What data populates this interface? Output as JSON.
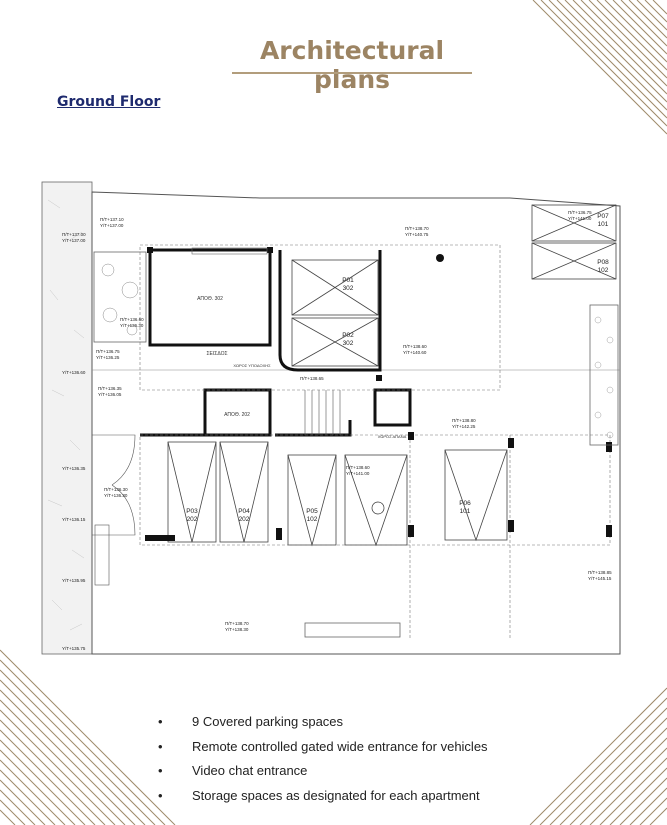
{
  "page": {
    "title": "Architectural plans",
    "subtitle": "Ground Floor"
  },
  "plan": {
    "parking": [
      {
        "code": "P01",
        "num": "302"
      },
      {
        "code": "P02",
        "num": "302"
      },
      {
        "code": "P03",
        "num": "202"
      },
      {
        "code": "P04",
        "num": "202"
      },
      {
        "code": "P05",
        "num": "102"
      },
      {
        "code": "P06",
        "num": "101"
      },
      {
        "code": "P07",
        "num": "101"
      },
      {
        "code": "P08",
        "num": "102"
      }
    ],
    "rooms": [
      "ΑΠΟΘ. 302",
      "ΑΠΟΘ. 202",
      "ΣΕΙΣΔΟΣ",
      "ΧΩΡΟΣ ΥΠΟΔΟΧΗΣ",
      "ΧΩΡΟΣ ΑΠΑΝΑ"
    ],
    "levels": [
      "Π/Τ+137.10",
      "Υ/Τ+137.00",
      "Π/Τ+137.00",
      "Υ/Τ+137.00",
      "Π/Τ+136.60",
      "Υ/Τ+136.30",
      "Π/Τ+136.75",
      "Υ/Τ+136.25",
      "Υ/Τ+136.60",
      "Π/Τ+136.35",
      "Υ/Τ+136.05",
      "Π/Τ+138.70",
      "Υ/Τ+140.75",
      "Π/Τ+138.60",
      "Υ/Τ+140.60",
      "Π/Τ+138.65",
      "Π/Τ+138.80",
      "Υ/Τ+142.25",
      "Π/Τ+138.60",
      "Υ/Τ+141.00",
      "Π/Τ+136.75",
      "Υ/Τ+141.00",
      "Υ/Τ+136.35",
      "Π/Τ+136.30",
      "Υ/Τ+136.30",
      "Υ/Τ+136.15",
      "Υ/Τ+135.95",
      "Π/Τ+138.85",
      "Υ/Τ+145.15",
      "Π/Τ+138.70",
      "Υ/Τ+138.30",
      "Υ/Τ+135.75"
    ]
  },
  "features": [
    "9 Covered parking spaces",
    "Remote controlled gated wide entrance for vehicles",
    "Video chat entrance",
    "Storage spaces as designated for each apartment"
  ],
  "colors": {
    "title": "#9c8463",
    "subtitle": "#1e2a6e",
    "stripes": "#9e8a6a"
  }
}
